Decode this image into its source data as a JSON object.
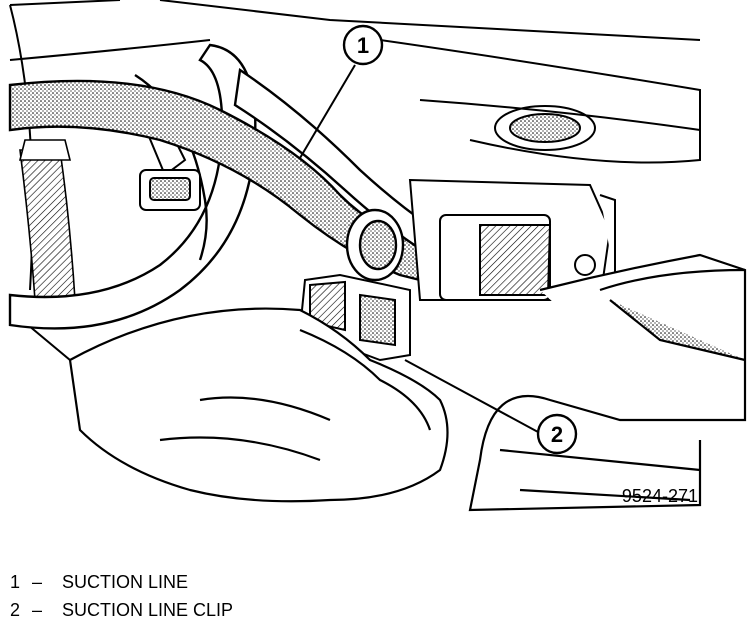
{
  "callouts": [
    {
      "number": "1",
      "label": "SUCTION LINE"
    },
    {
      "number": "2",
      "label": "SUCTION LINE CLIP"
    }
  ],
  "figure_id": "9524-271",
  "legend": {
    "items": [
      {
        "number": "1",
        "separator": "–",
        "label": "SUCTION LINE"
      },
      {
        "number": "2",
        "separator": "–",
        "label": "SUCTION LINE CLIP"
      }
    ]
  }
}
